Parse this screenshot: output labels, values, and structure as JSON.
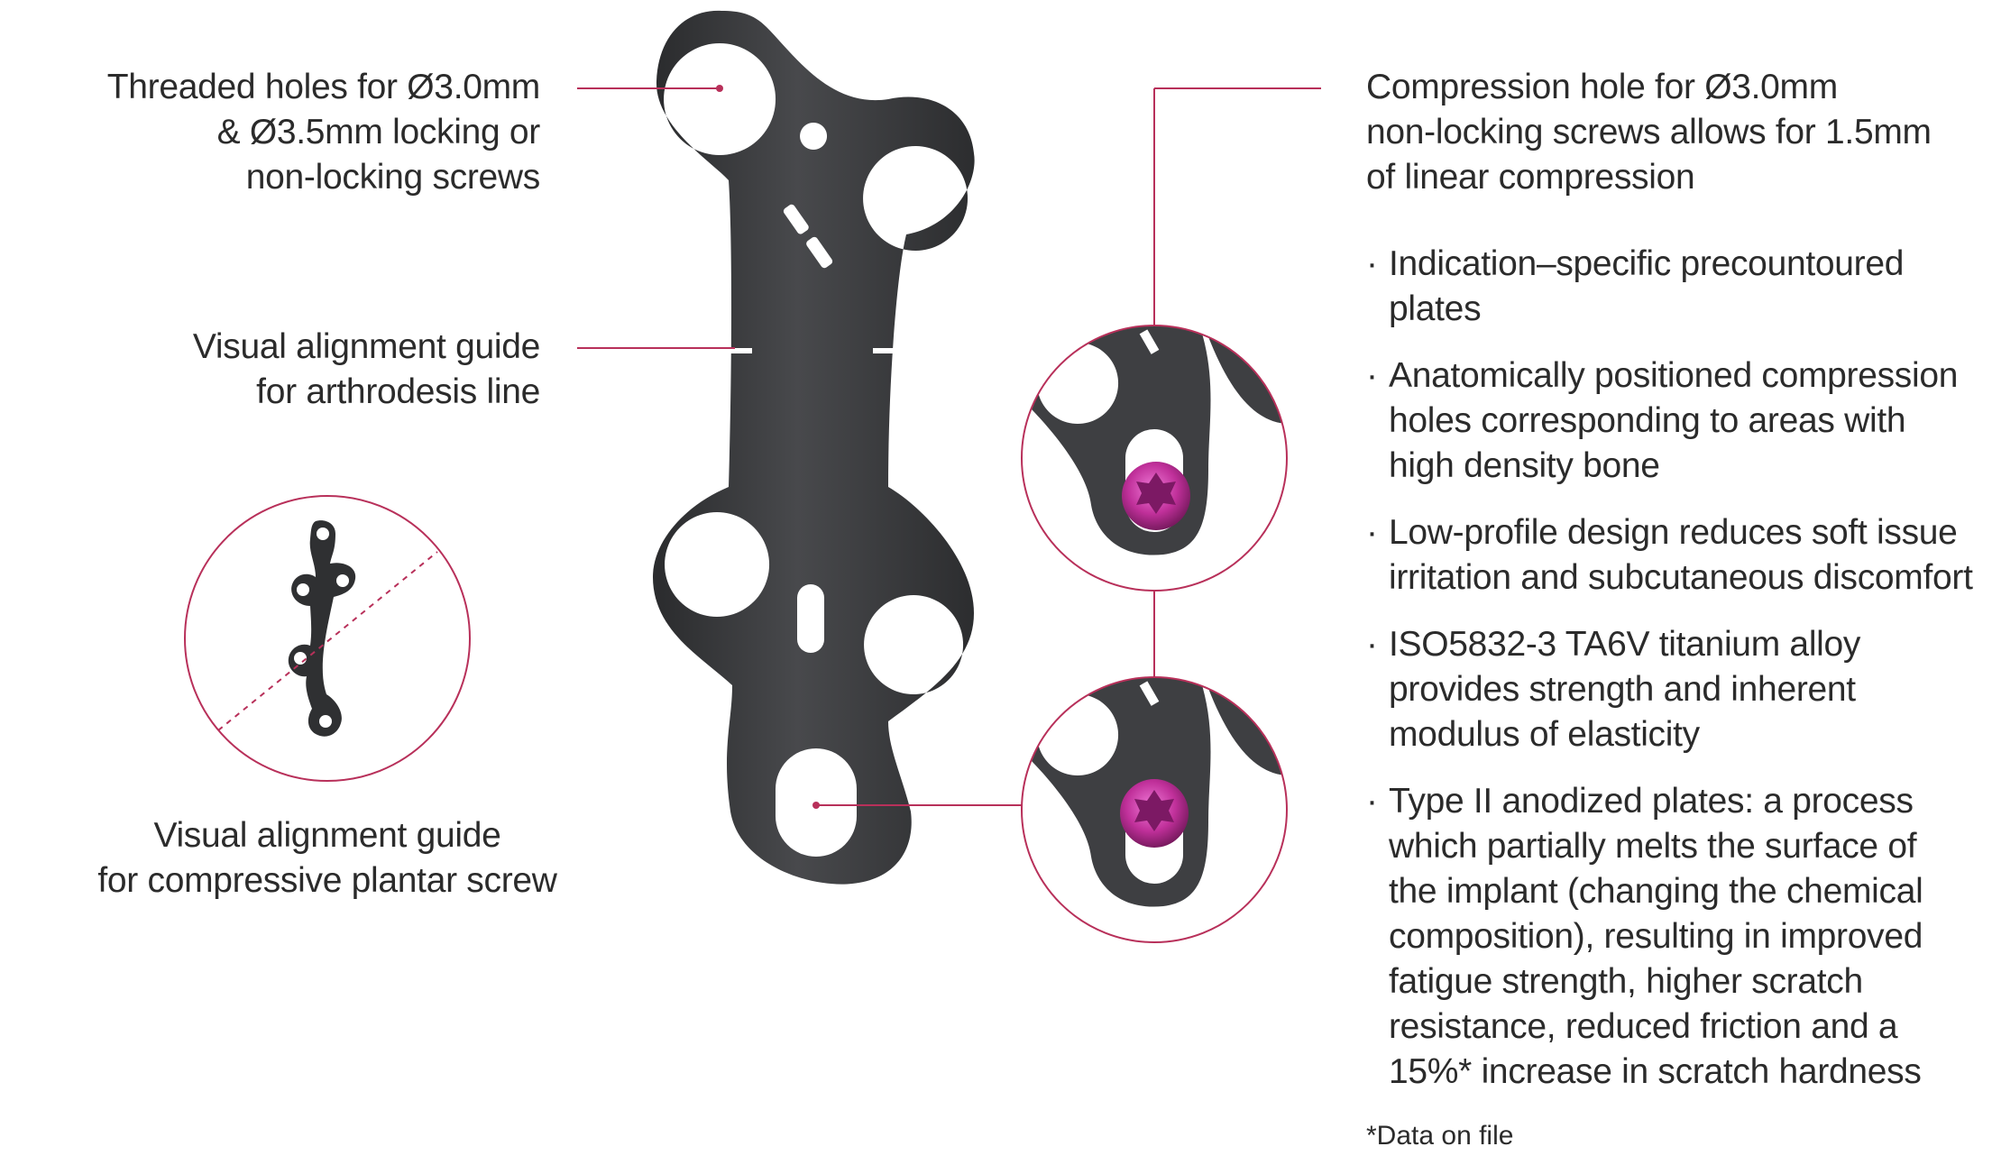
{
  "callouts": {
    "threaded_holes": [
      "Threaded holes for Ø3.0mm",
      "& Ø3.5mm locking or",
      "non-locking screws"
    ],
    "alignment_arthrodesis": [
      "Visual alignment guide",
      "for arthrodesis line"
    ],
    "alignment_plantar": [
      "Visual alignment guide",
      "for compressive plantar screw"
    ],
    "compression_hole": [
      "Compression hole for Ø3.0mm",
      "non-locking screws allows for 1.5mm",
      "of linear compression"
    ]
  },
  "bullets": [
    {
      "lines": [
        "Indication–specific precountoured",
        "plates"
      ]
    },
    {
      "lines": [
        "Anatomically positioned compression",
        "holes corresponding to areas with",
        "high density bone"
      ]
    },
    {
      "lines": [
        "Low-profile design reduces soft issue",
        "irritation and subcutaneous discomfort"
      ]
    },
    {
      "lines": [
        "ISO5832-3 TA6V titanium alloy",
        "provides strength and inherent",
        "modulus of elasticity"
      ]
    },
    {
      "lines": [
        "Type II anodized plates: a process",
        "which partially melts the surface of",
        "the implant (changing the chemical",
        "composition), resulting in improved",
        "fatigue strength, higher scratch",
        "resistance, reduced friction and a",
        "15%* increase in scratch hardness"
      ]
    }
  ],
  "bullet_glyph": "·",
  "footnote": "*Data on file",
  "colors": {
    "accent": "#b8305a",
    "plate": "#3a3b3d",
    "screw": "#c0309a",
    "text": "#2b2b2b"
  },
  "icons": {
    "logo_mark": "slash-logo-icon"
  }
}
